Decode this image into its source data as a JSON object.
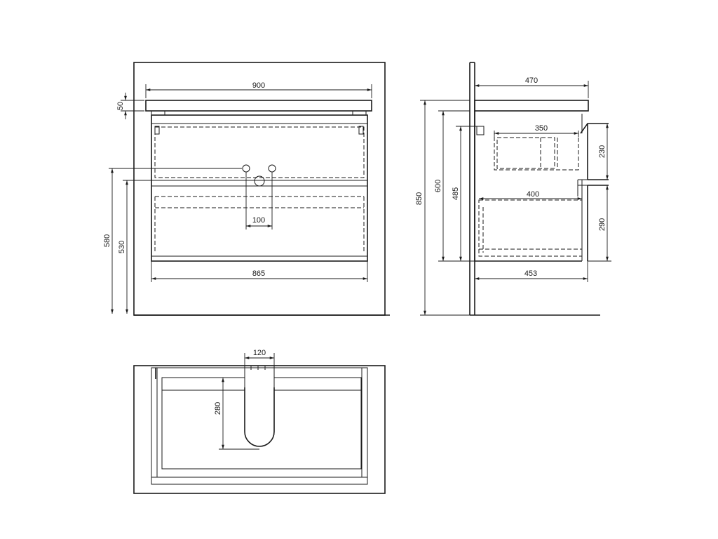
{
  "drawing": {
    "front": {
      "width": "900",
      "top_thickness": "50",
      "drain_height_left": "580",
      "drain_height_right": "530",
      "pipe_spacing": "100",
      "inner_width": "865"
    },
    "side": {
      "depth_top": "470",
      "total_height": "850",
      "body_height": "600",
      "inner_height": "485",
      "upper_drawer_depth": "350",
      "lower_drawer_depth": "400",
      "bottom_depth": "453",
      "upper_drawer_height": "230",
      "lower_drawer_height": "290"
    },
    "top": {
      "cutout_width": "120",
      "cutout_depth": "280"
    }
  }
}
